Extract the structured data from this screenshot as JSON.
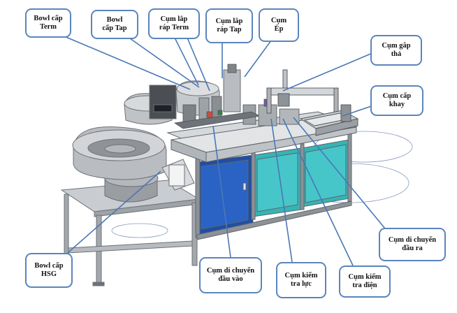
{
  "colors": {
    "callout_border": "#5b85bd",
    "leader_line": "#4a78b5",
    "cabinet_blue": "#1f4ea3",
    "cabinet_teal": "#35b4b7",
    "frame_gray": "#9aa0a6",
    "bowl_gray": "#a8aaad"
  },
  "callouts": {
    "bowl_term": "Bowl cấp\nTerm",
    "bowl_tap": "Bowl\ncấp Tap",
    "cum_lap_rap_term": "Cụm lắp\nráp Term",
    "cum_lap_rap_tap": "Cụm lắp\nráp Tap",
    "cum_ep": "Cụm\nÉp",
    "cum_gap_tha": "Cụm gắp\nthả",
    "cum_cap_khay": "Cụm cấp\nkhay",
    "bowl_hsg": "Bowl cấp\nHSG",
    "cum_di_chuyen_dau_vao": "Cụm di chuyển\nđầu vào",
    "cum_kiem_tra_luc": "Cụm kiểm\ntra lực",
    "cum_kiem_tra_dien": "Cụm kiểm\ntra điện",
    "cum_di_chuyen_dau_ra": "Cụm di chuyển\nđầu ra"
  }
}
